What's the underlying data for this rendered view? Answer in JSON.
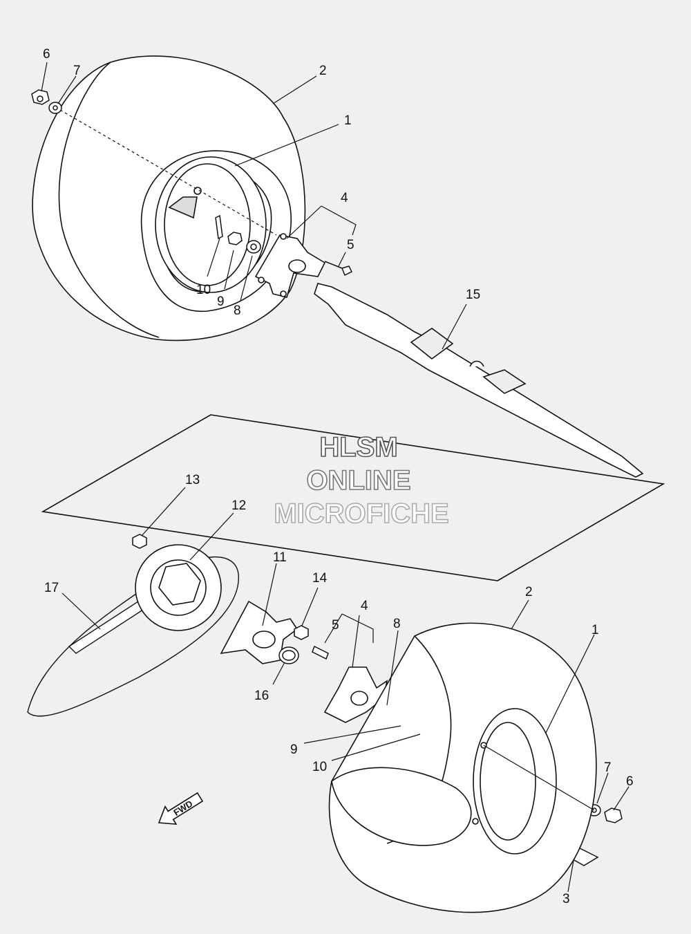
{
  "watermark": {
    "line1": "HLSM",
    "line2": "ONLINE",
    "line3": "MICROFICHE",
    "color": "#555555"
  },
  "direction_marker": {
    "text": "FWD",
    "icon": "arrow-fwd-icon"
  },
  "callouts": [
    {
      "ref": "6"
    },
    {
      "ref": "7"
    },
    {
      "ref": "2"
    },
    {
      "ref": "1"
    },
    {
      "ref": "4"
    },
    {
      "ref": "5"
    },
    {
      "ref": "10"
    },
    {
      "ref": "9"
    },
    {
      "ref": "8"
    },
    {
      "ref": "15"
    },
    {
      "ref": "13"
    },
    {
      "ref": "12"
    },
    {
      "ref": "17"
    },
    {
      "ref": "11"
    },
    {
      "ref": "14"
    },
    {
      "ref": "5"
    },
    {
      "ref": "4"
    },
    {
      "ref": "8"
    },
    {
      "ref": "2"
    },
    {
      "ref": "1"
    },
    {
      "ref": "16"
    },
    {
      "ref": "9"
    },
    {
      "ref": "10"
    },
    {
      "ref": "7"
    },
    {
      "ref": "6"
    },
    {
      "ref": "3"
    }
  ],
  "colors": {
    "background": "#f0f0f0",
    "line": "#111111",
    "tire_fill": "#ffffff"
  }
}
